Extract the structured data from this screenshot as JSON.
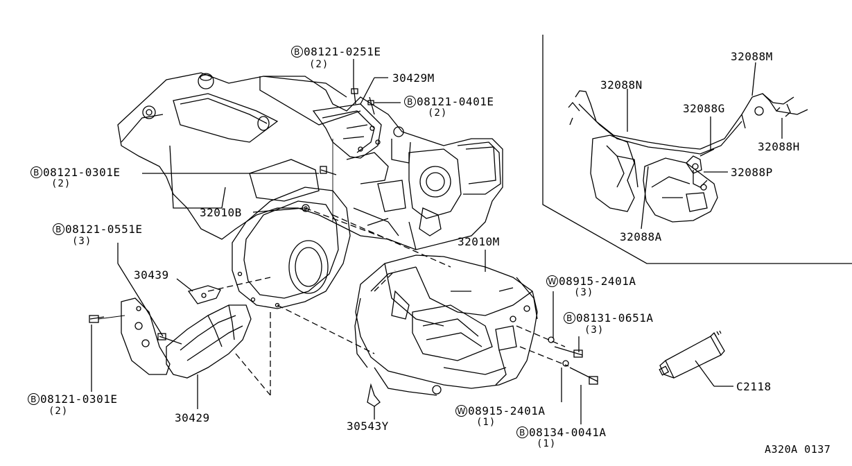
{
  "callouts": {
    "c1": {
      "prefix": "B",
      "part": "08121-0251E",
      "qty": "(2)"
    },
    "c2": {
      "part": "30429M"
    },
    "c3": {
      "prefix": "B",
      "part": "08121-0401E",
      "qty": "(2)"
    },
    "c4": {
      "prefix": "B",
      "part": "08121-0301E",
      "qty": "(2)"
    },
    "c5": {
      "part": "32010B"
    },
    "c6": {
      "prefix": "B",
      "part": "08121-0551E",
      "qty": "(3)"
    },
    "c7": {
      "part": "30439"
    },
    "c8": {
      "prefix": "B",
      "part": "08121-0301E",
      "qty": "(2)"
    },
    "c9": {
      "part": "30429"
    },
    "c10": {
      "part": "32010M"
    },
    "c11": {
      "prefix": "W",
      "part": "08915-2401A",
      "qty": "(3)"
    },
    "c12": {
      "prefix": "B",
      "part": "08131-0651A",
      "qty": "(3)"
    },
    "c13": {
      "part": "30543Y"
    },
    "c14": {
      "prefix": "W",
      "part": "08915-2401A",
      "qty": "(1)"
    },
    "c15": {
      "prefix": "B",
      "part": "08134-0041A",
      "qty": "(1)"
    },
    "c16": {
      "part": "C2118"
    },
    "c17": {
      "part": "32088M"
    },
    "c18": {
      "part": "32088N"
    },
    "c19": {
      "part": "32088G"
    },
    "c20": {
      "part": "32088H"
    },
    "c21": {
      "part": "32088P"
    },
    "c22": {
      "part": "32088A"
    }
  },
  "diagram_code": "A320A 0137"
}
